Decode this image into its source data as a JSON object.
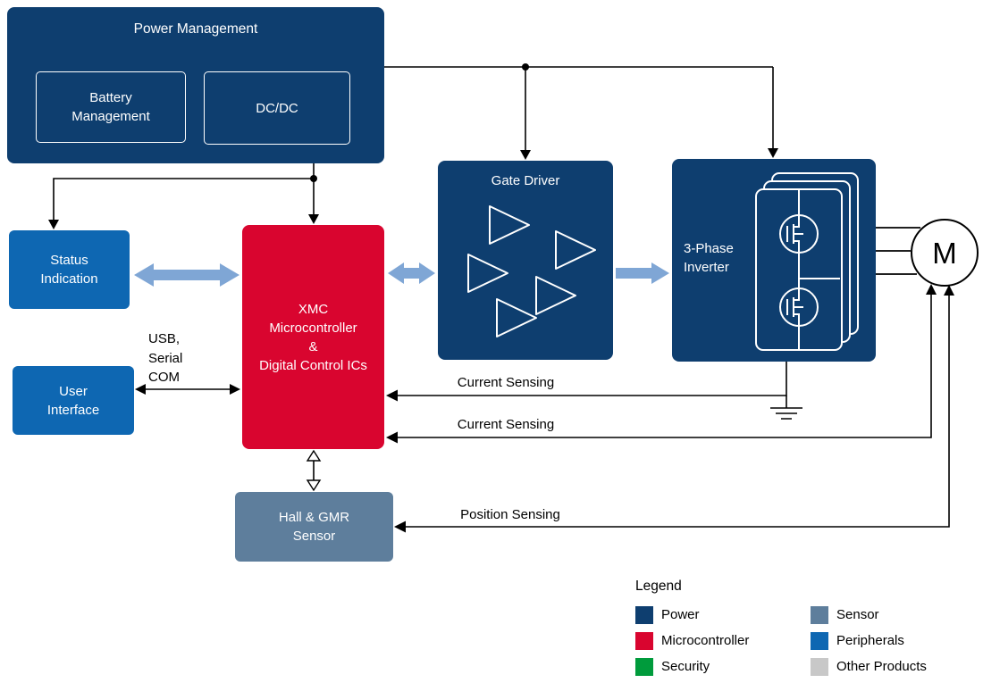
{
  "colors": {
    "power": "#0E3E6F",
    "microcontroller": "#D9052F",
    "security": "#009B3C",
    "sensor": "#5E7E9C",
    "peripherals": "#0E67B2",
    "other_products": "#C8C8C8",
    "flow_arrow": "#7FA6D5"
  },
  "blocks": {
    "power_management": {
      "title": "Power Management",
      "battery": "Battery\nManagement",
      "dcdc": "DC/DC"
    },
    "status_indication": "Status\nIndication",
    "user_interface": "User\nInterface",
    "xmc": "XMC\nMicrocontroller\n&\nDigital Control ICs",
    "gate_driver": "Gate Driver",
    "inverter": "3-Phase\nInverter",
    "motor": "M",
    "hall_gmr": "Hall & GMR\nSensor"
  },
  "connections": {
    "usb_serial": "USB,\nSerial\nCOM",
    "current_sensing_top": "Current Sensing",
    "current_sensing_bottom": "Current Sensing",
    "position_sensing": "Position Sensing"
  },
  "legend": {
    "title": "Legend",
    "items": [
      {
        "label": "Power",
        "color_key": "power"
      },
      {
        "label": "Microcontroller",
        "color_key": "microcontroller"
      },
      {
        "label": "Security",
        "color_key": "security"
      },
      {
        "label": "Sensor",
        "color_key": "sensor"
      },
      {
        "label": "Peripherals",
        "color_key": "peripherals"
      },
      {
        "label": "Other Products",
        "color_key": "other_products"
      }
    ]
  }
}
